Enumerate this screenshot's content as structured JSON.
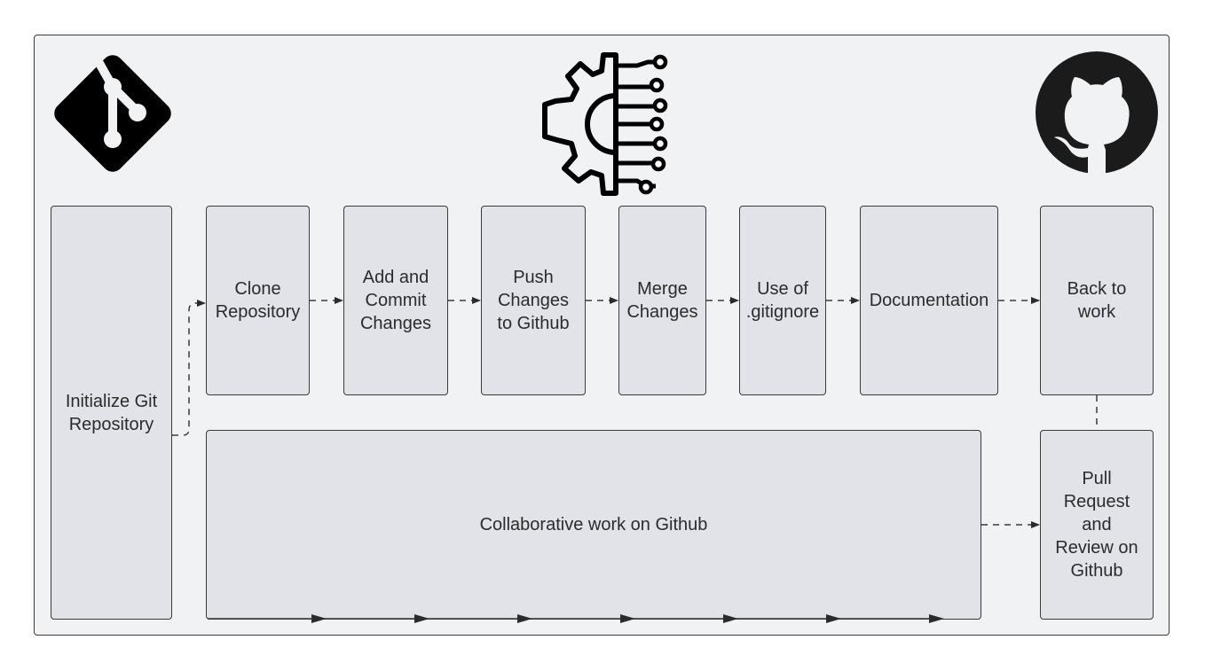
{
  "icons": [
    {
      "name": "git-logo-icon"
    },
    {
      "name": "gear-circuit-icon"
    },
    {
      "name": "github-octocat-icon"
    }
  ],
  "steps": {
    "init": "Initialize Git\nRepository",
    "clone": "Clone\nRepository",
    "commit": "Add and\nCommit\nChanges",
    "push": "Push\nChanges\nto Github",
    "merge": "Merge\nChanges",
    "gitignore": "Use of\n.gitignore",
    "documentation": "Documentation",
    "back": "Back to\nwork",
    "collab": "Collaborative work on Github",
    "pr": "Pull\nRequest\nand\nReview on\nGithub"
  },
  "colors": {
    "canvas": "#f1f2f4",
    "box": "#e1e3e8",
    "stroke": "#3a3a3a",
    "text": "#2b2b2b"
  }
}
